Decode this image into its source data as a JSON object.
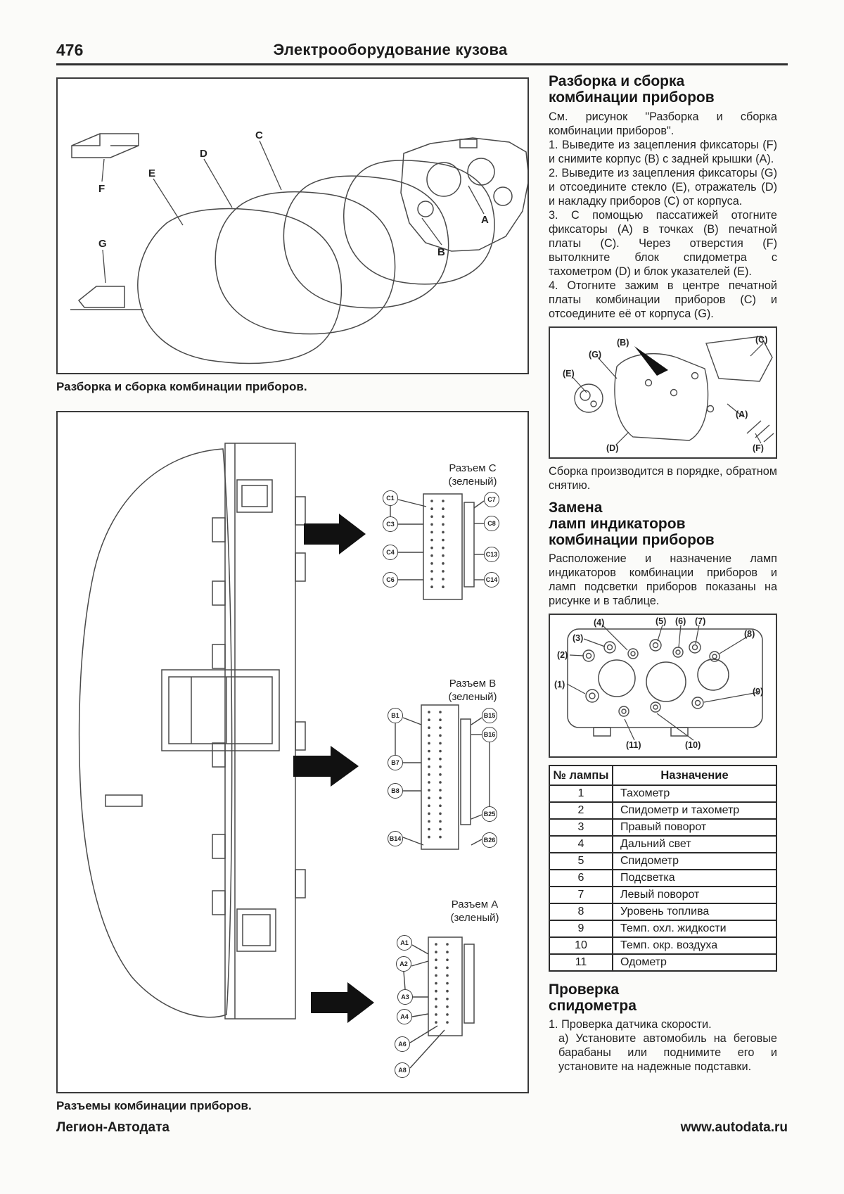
{
  "page": {
    "number": "476",
    "header_title": "Электрооборудование кузова",
    "footer_left": "Легион-Автодата",
    "footer_right": "www.autodata.ru"
  },
  "figures": {
    "disassembly": {
      "caption": "Разборка и сборка комбинации приборов.",
      "labels": {
        "a": "A",
        "b": "B",
        "c": "C",
        "d": "D",
        "e": "E",
        "f": "F",
        "g": "G"
      }
    },
    "connectors": {
      "caption": "Разъемы комбинации приборов.",
      "c": {
        "title": "Разъем C",
        "color": "(зеленый)",
        "pins_left": [
          "C1",
          "C3",
          "C4",
          "C6"
        ],
        "pins_right": [
          "C7",
          "C8",
          "C13",
          "C14"
        ]
      },
      "b": {
        "title": "Разъем B",
        "color": "(зеленый)",
        "pins_left": [
          "B1",
          "B7",
          "B8",
          "B14"
        ],
        "pins_right": [
          "B15",
          "B16",
          "B25",
          "B26"
        ]
      },
      "a": {
        "title": "Разъем A",
        "color": "(зеленый)",
        "pins_left": [
          "A1",
          "A2",
          "A3",
          "A4",
          "A6",
          "A8"
        ]
      }
    },
    "cover_diagram": {
      "labels": {
        "a": "(A)",
        "b": "(B)",
        "c": "(C)",
        "d": "(D)",
        "e": "(E)",
        "f": "(F)",
        "g": "(G)"
      }
    },
    "lamps_diagram": {
      "callouts": [
        "(1)",
        "(2)",
        "(3)",
        "(4)",
        "(5)",
        "(6)",
        "(7)",
        "(8)",
        "(9)",
        "(10)",
        "(11)"
      ]
    }
  },
  "sections": {
    "disassembly": {
      "title_line1": "Разборка и сборка",
      "title_line2": "комбинации приборов",
      "intro": "См. рисунок \"Разборка и сборка комбинации приборов\".",
      "steps": [
        "1. Выведите из зацепления фиксаторы (F) и снимите корпус (B) с задней крышки (A).",
        "2. Выведите из зацепления фиксаторы (G) и отсоедините стекло (E), отражатель (D) и накладку приборов (C) от корпуса.",
        "3. С помощью пассатижей отогните фиксаторы (A) в точках (B) печатной платы (C). Через отверстия (F) вытолкните блок спидометра с тахометром (D) и блок указателей (E).",
        "4. Отогните зажим в центре печатной платы комбинации приборов (C) и отсоедините её от корпуса (G)."
      ],
      "assembly_note": "Сборка производится в порядке, обратном снятию."
    },
    "lamps": {
      "title_line1": "Замена",
      "title_line2": "ламп индикаторов",
      "title_line3": "комбинации приборов",
      "intro": "Расположение и назначение ламп индикаторов комбинации приборов и ламп подсветки приборов показаны на рисунке и в таблице."
    },
    "speedometer": {
      "title_line1": "Проверка",
      "title_line2": "спидометра",
      "step1": "1. Проверка датчика скорости.",
      "step1a": "а) Установите автомобиль на беговые барабаны или поднимите его и установите на надежные подставки."
    }
  },
  "lamp_table": {
    "headers": [
      "№ лампы",
      "Назначение"
    ],
    "rows": [
      [
        "1",
        "Тахометр"
      ],
      [
        "2",
        "Спидометр и тахометр"
      ],
      [
        "3",
        "Правый поворот"
      ],
      [
        "4",
        "Дальний свет"
      ],
      [
        "5",
        "Спидометр"
      ],
      [
        "6",
        "Подсветка"
      ],
      [
        "7",
        "Левый поворот"
      ],
      [
        "8",
        "Уровень топлива"
      ],
      [
        "9",
        "Темп. охл. жидкости"
      ],
      [
        "10",
        "Темп. окр. воздуха"
      ],
      [
        "11",
        "Одометр"
      ]
    ]
  }
}
